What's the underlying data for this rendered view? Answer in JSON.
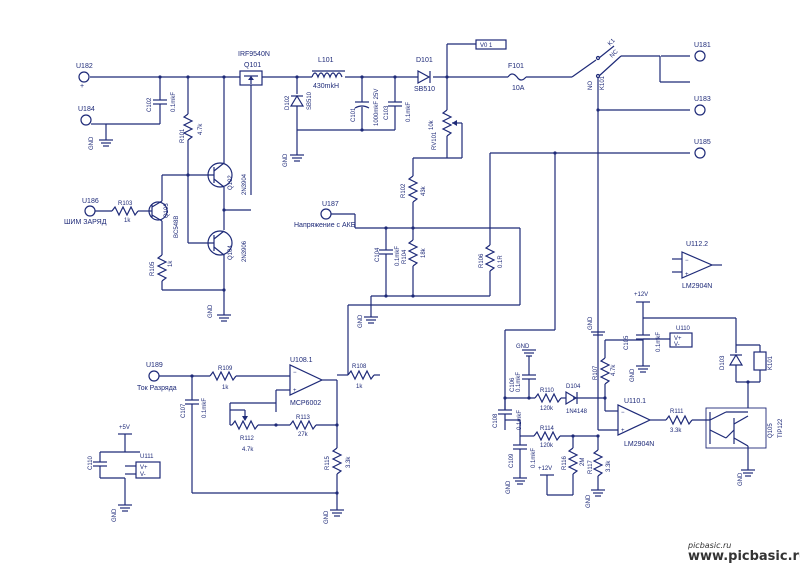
{
  "connectors": {
    "u182": {
      "name": "U182",
      "pin": "+"
    },
    "u184": {
      "name": "U184"
    },
    "u186": {
      "name": "U186",
      "label": "ШИМ ЗАРЯД"
    },
    "u187": {
      "name": "U187",
      "label": "Напряжение с АКБ"
    },
    "u189": {
      "name": "U189",
      "label": "Ток Разряда"
    },
    "u181": {
      "name": "U181"
    },
    "u183": {
      "name": "U183"
    },
    "u185": {
      "name": "U185"
    },
    "v01": {
      "name": "V0 1"
    }
  },
  "components": {
    "q101": {
      "ref": "Q101",
      "value": "IRF9540N"
    },
    "l101": {
      "ref": "L101",
      "value": "430mkH"
    },
    "d101": {
      "ref": "D101",
      "value": "SB510"
    },
    "d102": {
      "ref": "D102",
      "value": "SB510"
    },
    "f101": {
      "ref": "F101",
      "value": "10A"
    },
    "k101": {
      "ref": "K101",
      "pin_a": "NC",
      "pin_b": "NO",
      "pin_c": "K1"
    },
    "c101": {
      "ref": "C101",
      "value": "1000mkF 25V"
    },
    "c103": {
      "ref": "C103",
      "value": "0.1mkF"
    },
    "c102": {
      "ref": "C102",
      "value": "0.1mkF"
    },
    "r101": {
      "ref": "R101",
      "value": "4.7k"
    },
    "q102": {
      "ref": "Q102",
      "value": "2N3904"
    },
    "q104": {
      "ref": "Q104",
      "value": "2N3906"
    },
    "q103": {
      "ref": "Q103",
      "value": "BC548B"
    },
    "r103": {
      "ref": "R103",
      "value": "1k"
    },
    "r105": {
      "ref": "R105",
      "value": "1k"
    },
    "rv101": {
      "ref": "RV101",
      "value": "10k"
    },
    "r102": {
      "ref": "R102",
      "value": "43k"
    },
    "r104": {
      "ref": "R104",
      "value": "18k"
    },
    "c104": {
      "ref": "C104",
      "value": "0.1mkF"
    },
    "r106": {
      "ref": "R106",
      "value": "0.1R"
    },
    "u108": {
      "ref": "U108.1",
      "value": "MCP6002"
    },
    "r109": {
      "ref": "R109",
      "value": "1k"
    },
    "r108": {
      "ref": "R108",
      "value": "1k"
    },
    "c107": {
      "ref": "C107",
      "value": "0.1mkF"
    },
    "r112": {
      "ref": "R112",
      "value": "4.7k"
    },
    "r113": {
      "ref": "R113",
      "value": "27k"
    },
    "r115": {
      "ref": "R115",
      "value": "3.3k"
    },
    "u111": {
      "ref": "U111",
      "pin_a": "V+",
      "pin_b": "V-"
    },
    "c110": {
      "ref": "C110"
    },
    "u112": {
      "ref": "U112.2",
      "value": "LM2904N"
    },
    "u110": {
      "ref": "U110.1",
      "value": "LM2904N"
    },
    "u113": {
      "ref": "U110",
      "pin_a": "V+",
      "pin_b": "V-"
    },
    "c105": {
      "ref": "C105",
      "value": "0.1mkF"
    },
    "c106": {
      "ref": "C106",
      "value": "0.1mkF"
    },
    "r110": {
      "ref": "R110",
      "value": "120k"
    },
    "d104": {
      "ref": "D104",
      "value": "1N4148"
    },
    "r107": {
      "ref": "R107",
      "value": "4.7k"
    },
    "c108": {
      "ref": "C108",
      "value": "0.1mkF"
    },
    "c109": {
      "ref": "C109",
      "value": "0.1mkF"
    },
    "r114": {
      "ref": "R114",
      "value": "120k"
    },
    "r116": {
      "ref": "R116",
      "value": "2M"
    },
    "r117": {
      "ref": "R117",
      "value": "3.3k"
    },
    "r111": {
      "ref": "R111",
      "value": "3.3k"
    },
    "q105": {
      "ref": "Q105",
      "value": "TIP122"
    },
    "d103": {
      "ref": "D103"
    },
    "k101b": {
      "ref": "K101"
    }
  },
  "power": {
    "gnd": "GND",
    "p12": "+12V",
    "p5": "+5V"
  },
  "watermark": {
    "site": "www.picbasic.ru",
    "sub": "picbasic.ru"
  }
}
